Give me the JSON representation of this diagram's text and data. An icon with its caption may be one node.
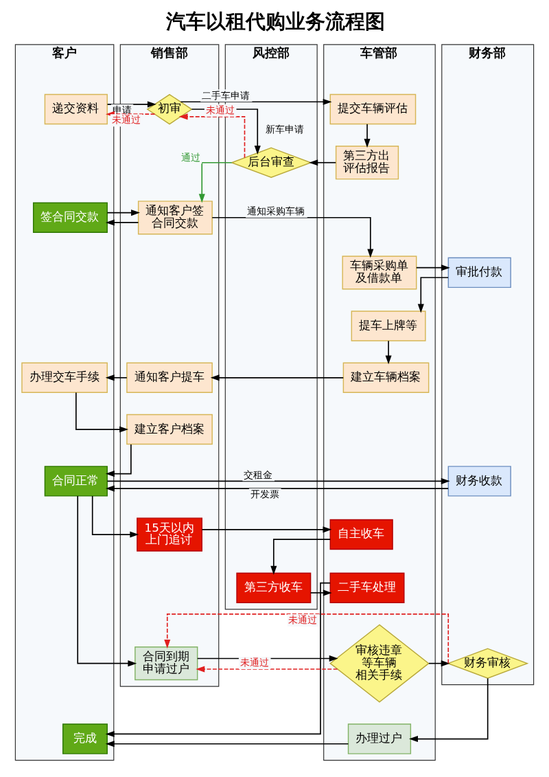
{
  "diagram": {
    "title": "汽车以租代购业务流程图",
    "nodes": [
      {
        "text": [
          "客户"
        ]
      },
      {
        "text": [
          "销售部"
        ]
      },
      {
        "text": [
          "风控部"
        ]
      },
      {
        "text": [
          "车管部"
        ]
      },
      {
        "text": [
          "财务部"
        ]
      },
      {
        "text": [
          "递交资料"
        ],
        "in": 0
      },
      {
        "text": [
          "初审"
        ],
        "in": 1
      },
      {
        "text": [
          "提交车辆评估"
        ],
        "in": 3
      },
      {
        "text": [
          "第三方出评估报告"
        ],
        "in": 3
      },
      {
        "text": [
          "后台审查"
        ],
        "in": 2
      },
      {
        "text": [
          "签合同交款"
        ],
        "in": 0
      },
      {
        "text": [
          "通知客户签合同交款"
        ],
        "in": 1
      },
      {
        "text": [
          "车辆采购单及借款单"
        ],
        "in": 3
      },
      {
        "text": [
          "审批付款"
        ],
        "in": 4
      },
      {
        "text": [
          "提车上牌等"
        ],
        "in": 3
      },
      {
        "text": [
          "办理交车手续"
        ],
        "in": 0
      },
      {
        "text": [
          "通知客户提车"
        ],
        "in": 1
      },
      {
        "text": [
          "建立车辆档案"
        ],
        "in": 3
      },
      {
        "text": [
          "建立客户档案"
        ],
        "in": 1
      },
      {
        "text": [
          "合同正常"
        ],
        "in": 0
      },
      {
        "text": [
          "财务收款"
        ],
        "in": 4
      },
      {
        "text": [
          "15天以内上门追讨"
        ],
        "in": 1
      },
      {
        "text": [
          "自主收车"
        ],
        "in": 3
      },
      {
        "text": [
          "第三方收车"
        ],
        "in": 2
      },
      {
        "text": [
          "二手车处理"
        ],
        "in": 3
      },
      {
        "text": [
          "合同到期申请过户"
        ],
        "in": 1
      },
      {
        "text": [
          "审核违章等车辆相关手续"
        ],
        "in": 3
      },
      {
        "text": [
          "财务审核"
        ],
        "in": 4
      },
      {
        "text": [
          "完成"
        ],
        "in": 0
      },
      {
        "text": [
          "办理过户"
        ],
        "in": 3
      }
    ],
    "edges": [
      {
        "from": 5,
        "to": 6,
        "arrow": "to",
        "label": "申请"
      },
      {
        "from": 6,
        "to": 5,
        "arrow": "to",
        "label": "未通过",
        "style": "dashed",
        "color": "#e02020"
      },
      {
        "from": 6,
        "to": 7,
        "arrow": "to",
        "label": "二手车申请"
      },
      {
        "from": 6,
        "to": 9,
        "arrow": "to",
        "label": "新车申请"
      },
      {
        "from": 7,
        "to": 8,
        "arrow": "to"
      },
      {
        "from": 8,
        "to": 9,
        "arrow": "to"
      },
      {
        "from": 9,
        "to": 6,
        "arrow": "to",
        "label": "未通过",
        "style": "dashed",
        "color": "#e02020"
      },
      {
        "from": 9,
        "to": 11,
        "arrow": "to",
        "label": "通过",
        "color": "#339933"
      },
      {
        "from": 11,
        "to": 10,
        "arrow": "to"
      },
      {
        "from": 10,
        "to": 11,
        "arrow": "to"
      },
      {
        "from": 11,
        "to": 12,
        "arrow": "to",
        "label": "通知采购车辆"
      },
      {
        "from": 12,
        "to": 13,
        "arrow": "to"
      },
      {
        "from": 13,
        "to": 14,
        "arrow": "to"
      },
      {
        "from": 14,
        "to": 17,
        "arrow": "to"
      },
      {
        "from": 17,
        "to": 16,
        "arrow": "to"
      },
      {
        "from": 16,
        "to": 15,
        "arrow": "to"
      },
      {
        "from": 15,
        "to": 18,
        "arrow": "to"
      },
      {
        "from": 18,
        "to": 19,
        "arrow": "to"
      },
      {
        "from": 19,
        "to": 20,
        "arrow": "to",
        "label": "交租金"
      },
      {
        "from": 20,
        "to": 19,
        "arrow": "to",
        "label": "开发票"
      },
      {
        "from": 19,
        "to": 21,
        "arrow": "to"
      },
      {
        "from": 21,
        "to": 22,
        "arrow": "to"
      },
      {
        "from": 22,
        "to": 23,
        "arrow": "to"
      },
      {
        "from": 23,
        "to": 24,
        "arrow": "to"
      },
      {
        "from": 24,
        "to": 28,
        "arrow": "to"
      },
      {
        "from": 19,
        "to": 25,
        "arrow": "to"
      },
      {
        "from": 25,
        "to": 26,
        "arrow": "to"
      },
      {
        "from": 26,
        "to": 25,
        "arrow": "to",
        "label": "未通过",
        "style": "dashed",
        "color": "#e02020"
      },
      {
        "from": 26,
        "to": 27,
        "arrow": "to"
      },
      {
        "from": 27,
        "to": 25,
        "arrow": "to",
        "label": "未通过",
        "style": "dashed",
        "color": "#e02020"
      },
      {
        "from": 27,
        "to": 29,
        "arrow": "to"
      },
      {
        "from": 29,
        "to": 28,
        "arrow": "to"
      }
    ]
  }
}
